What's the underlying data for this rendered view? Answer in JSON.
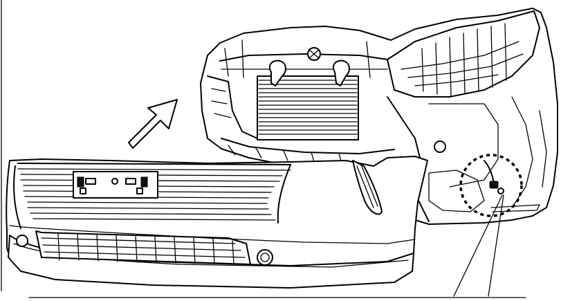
{
  "figure": {
    "description_kind": "service-manual line illustration",
    "components": [
      {
        "name": "front-end-body-structure",
        "icon": "radiator-support"
      },
      {
        "name": "front-bumper-cover",
        "icon": "bumper"
      },
      {
        "name": "removal-direction-arrow",
        "icon": "outline-arrow"
      },
      {
        "name": "connector-callout",
        "icon": "dashed-circle"
      }
    ],
    "colors": {
      "ink": "#000000",
      "paper": "#ffffff"
    }
  }
}
